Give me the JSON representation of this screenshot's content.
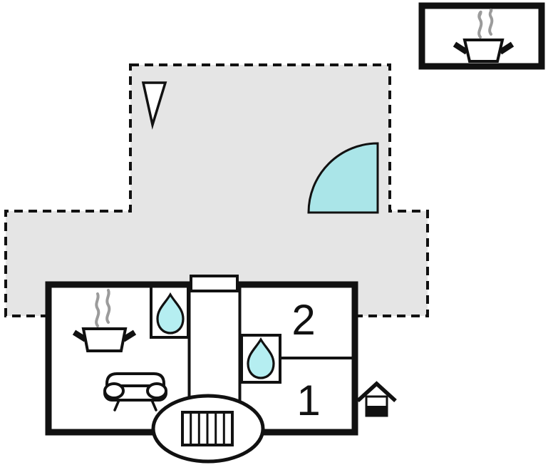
{
  "floorplan": {
    "type": "vacation-house-floor-plan",
    "rooms": [
      {
        "label": "2"
      },
      {
        "label": "1"
      }
    ],
    "icons": {
      "north_arrow": "north-arrow-icon",
      "door_swing": "door-swing-icon",
      "kitchen_pot": "cooking-pot-icon",
      "water_drop_1": "water-drop-icon",
      "water_drop_2": "water-drop-icon",
      "sofa": "sofa-icon",
      "grill": "grill-icon",
      "annex_house": "house-icon",
      "legend_pot": "cooking-pot-icon"
    },
    "colors": {
      "terrace": "#e5e5e5",
      "outline": "#111111",
      "door": "#aae5e8",
      "drop": "#b5eef1",
      "steam": "#9b9b9b"
    }
  }
}
